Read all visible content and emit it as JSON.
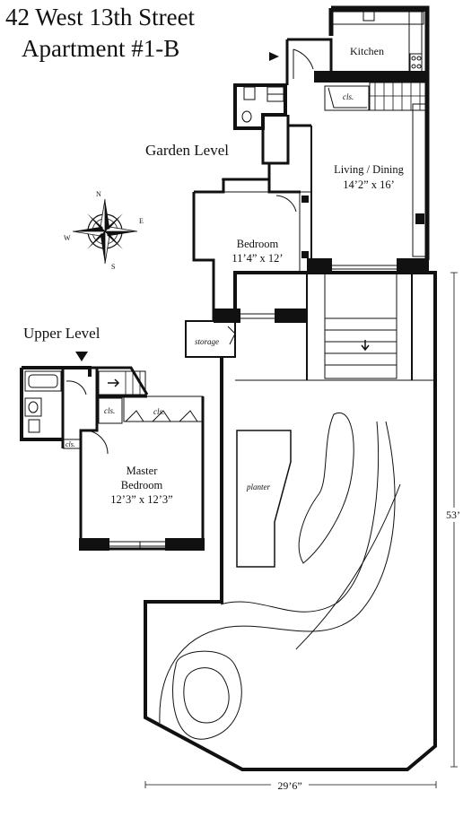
{
  "title": {
    "address": "42 West 13th Street",
    "unit": "Apartment #1-B"
  },
  "levels": {
    "garden": "Garden Level",
    "upper": "Upper Level"
  },
  "rooms": {
    "kitchen": "Kitchen",
    "living_name": "Living / Dining",
    "living_size": "14’2” x 16’",
    "bedroom_name": "Bedroom",
    "bedroom_size": "11’4” x 12’",
    "master_name_1": "Master",
    "master_name_2": "Bedroom",
    "master_size": "12’3” x 12’3”",
    "storage": "storage",
    "planter": "planter",
    "closet": "cls."
  },
  "compass": {
    "n": "N",
    "e": "E",
    "s": "S",
    "w": "W"
  },
  "dimensions": {
    "depth": "53’",
    "width": "29’6”"
  }
}
